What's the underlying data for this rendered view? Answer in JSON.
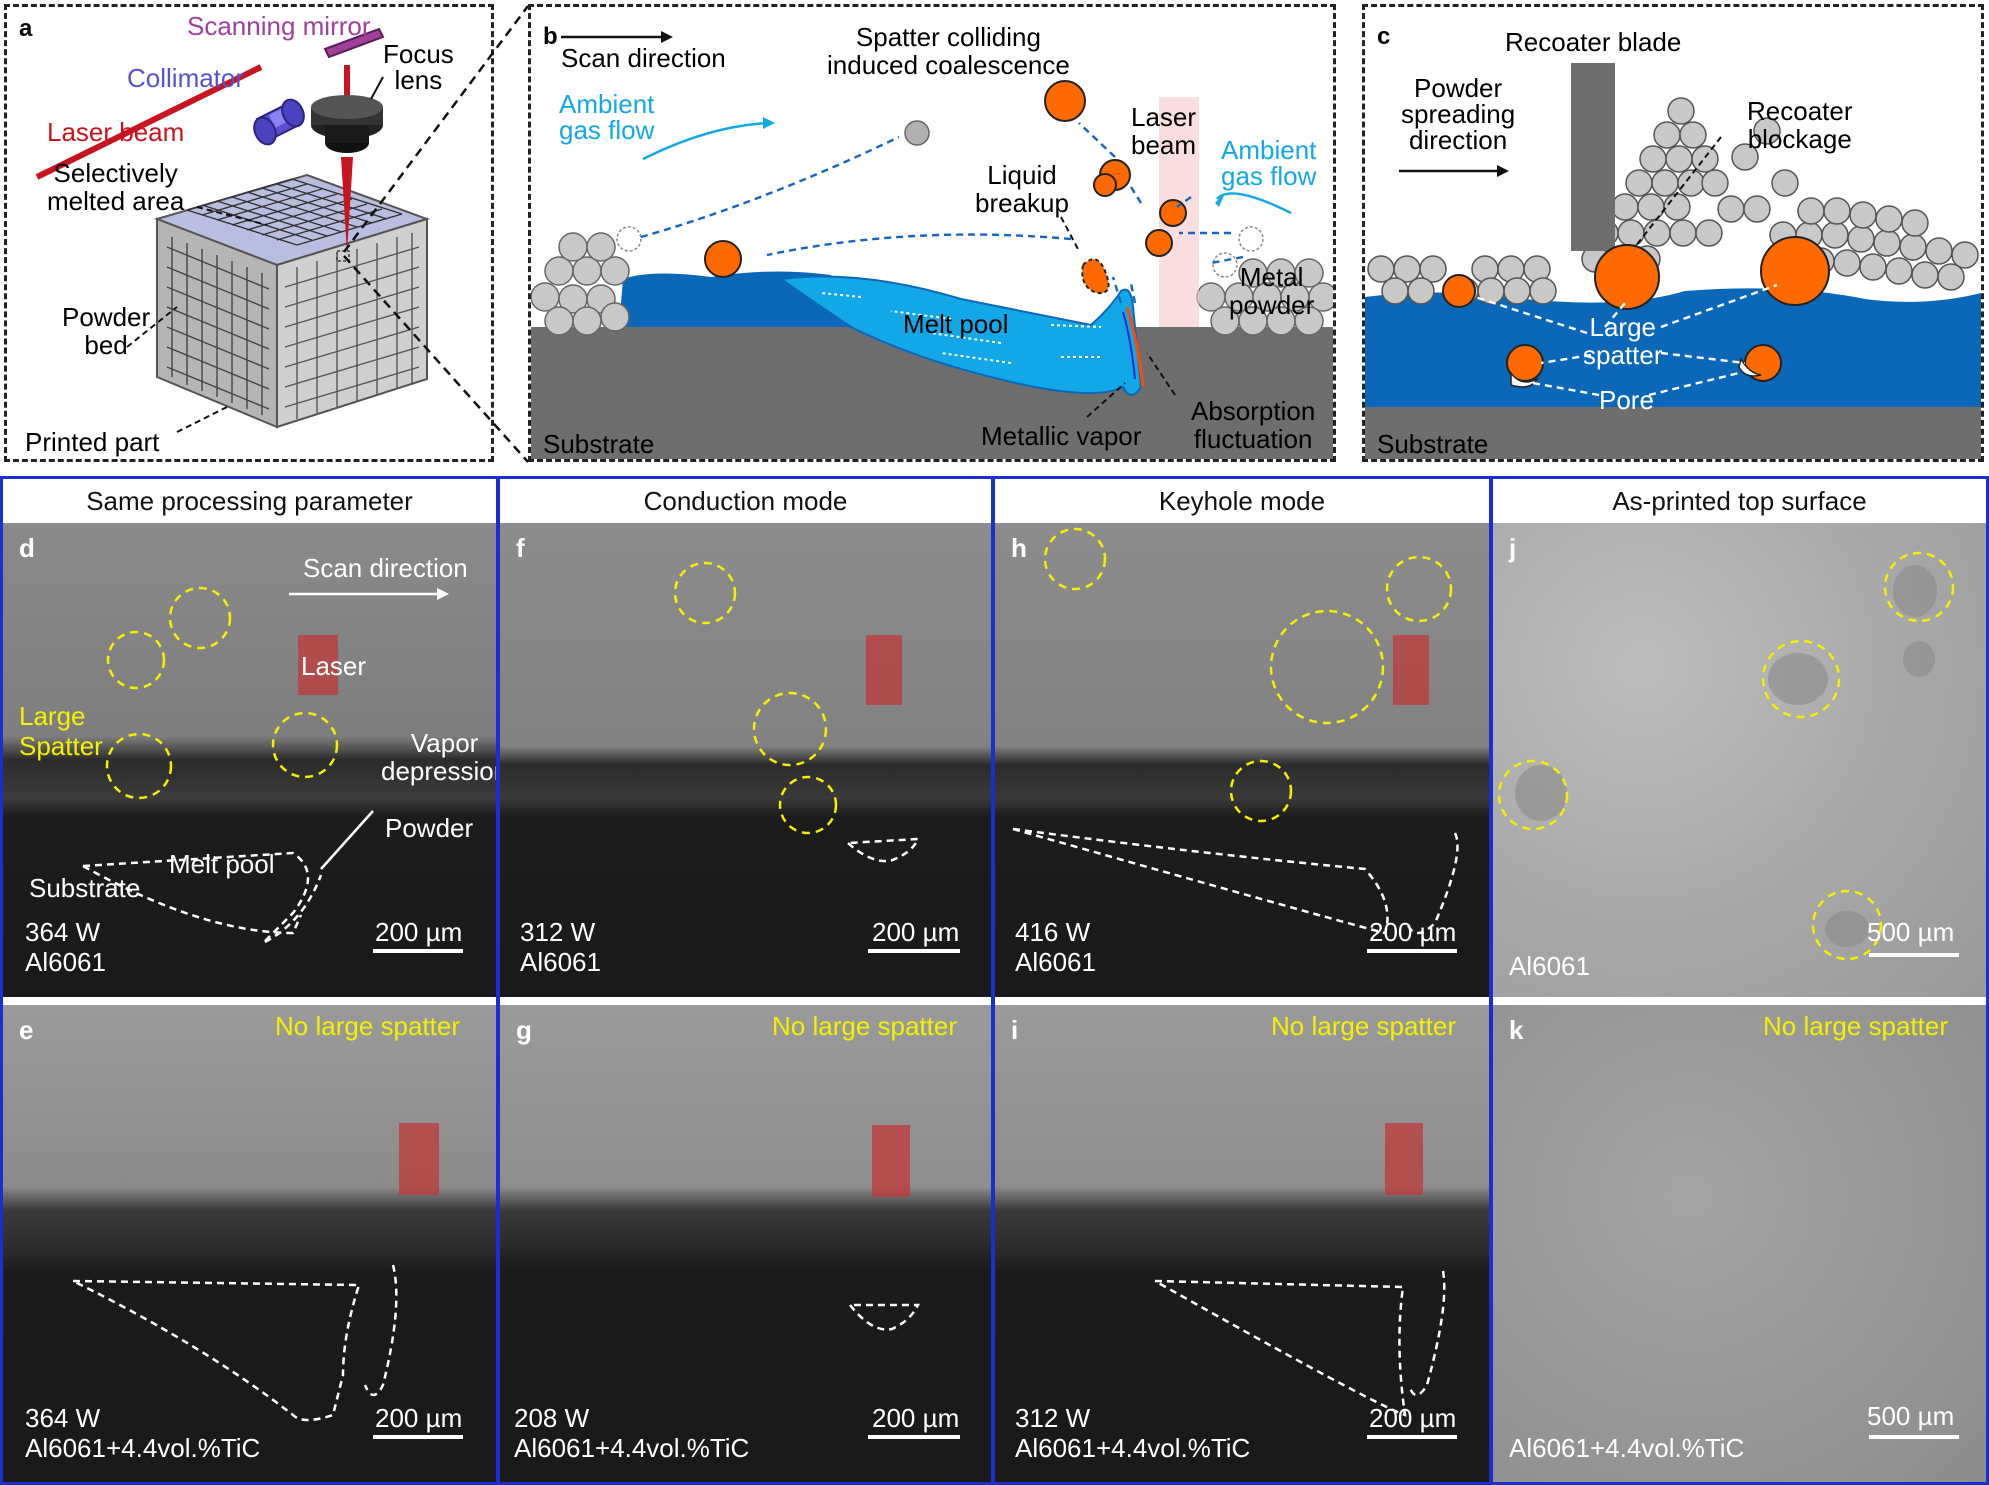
{
  "panel_a": {
    "letter": "a",
    "scanning_mirror": "Scanning mirror",
    "focus_lens": "Focus\nlens",
    "collimator": "Collimator",
    "laser_beam": "Laser beam",
    "selectively_melted": "Selectively\nmelted area",
    "powder_bed": "Powder\nbed",
    "printed_part": "Printed part"
  },
  "panel_b": {
    "letter": "b",
    "scan_direction": "Scan direction",
    "spatter_colliding": "Spatter colliding\ninduced coalescence",
    "ambient_left": "Ambient\ngas flow",
    "ambient_right": "Ambient\ngas flow",
    "laser_beam": "Laser\nbeam",
    "liquid_breakup": "Liquid\nbreakup",
    "metal_powder": "Metal\npowder",
    "melt_pool": "Melt pool",
    "substrate": "Substrate",
    "metallic_vapor": "Metallic vapor",
    "absorption": "Absorption\nfluctuation"
  },
  "panel_c": {
    "letter": "c",
    "recoater_blade": "Recoater blade",
    "powder_spreading": "Powder\nspreading\ndirection",
    "recoater_blockage": "Recoater\nblockage",
    "large_spatter": "Large\nspatter",
    "pore": "Pore",
    "substrate": "Substrate"
  },
  "columns": [
    {
      "title": "Same processing parameter",
      "top": {
        "letter": "d",
        "power": "364 W",
        "material": "Al6061",
        "scale": "200 µm",
        "scan_direction": "Scan direction",
        "large_spatter": "Large\nSpatter",
        "laser": "Laser",
        "vapor_depression": "Vapor\ndepression",
        "powder": "Powder",
        "melt_pool": "Melt pool",
        "substrate": "Substrate"
      },
      "bottom": {
        "letter": "e",
        "power": "364 W",
        "material": "Al6061+4.4vol.%TiC",
        "scale": "200 µm",
        "note": "No large spatter"
      }
    },
    {
      "title": "Conduction mode",
      "top": {
        "letter": "f",
        "power": "312 W",
        "material": "Al6061",
        "scale": "200 µm"
      },
      "bottom": {
        "letter": "g",
        "power": "208 W",
        "material": "Al6061+4.4vol.%TiC",
        "scale": "200 µm",
        "note": "No large spatter"
      }
    },
    {
      "title": "Keyhole mode",
      "top": {
        "letter": "h",
        "power": "416 W",
        "material": "Al6061",
        "scale": "200 µm"
      },
      "bottom": {
        "letter": "i",
        "power": "312 W",
        "material": "Al6061+4.4vol.%TiC",
        "scale": "200 µm",
        "note": "No large spatter"
      }
    },
    {
      "title": "As-printed top surface",
      "top": {
        "letter": "j",
        "material": "Al6061",
        "scale": "500 µm"
      },
      "bottom": {
        "letter": "k",
        "material": "Al6061+4.4vol.%TiC",
        "scale": "500 µm",
        "note": "No large spatter"
      }
    }
  ],
  "colors": {
    "frame_blue": "#1b2fd0",
    "melt_blue": "#12a8e8",
    "deep_blue": "#0b68b8",
    "spatter_orange": "#ff6a00",
    "substrate_gray": "#6e6e6e",
    "powder_gray": "#c8c8c8",
    "highlight_yellow": "#f4f000",
    "laser_red": "#c8141e",
    "collimator_purple": "#5a4fd0",
    "mirror_magenta": "#a0409a"
  }
}
